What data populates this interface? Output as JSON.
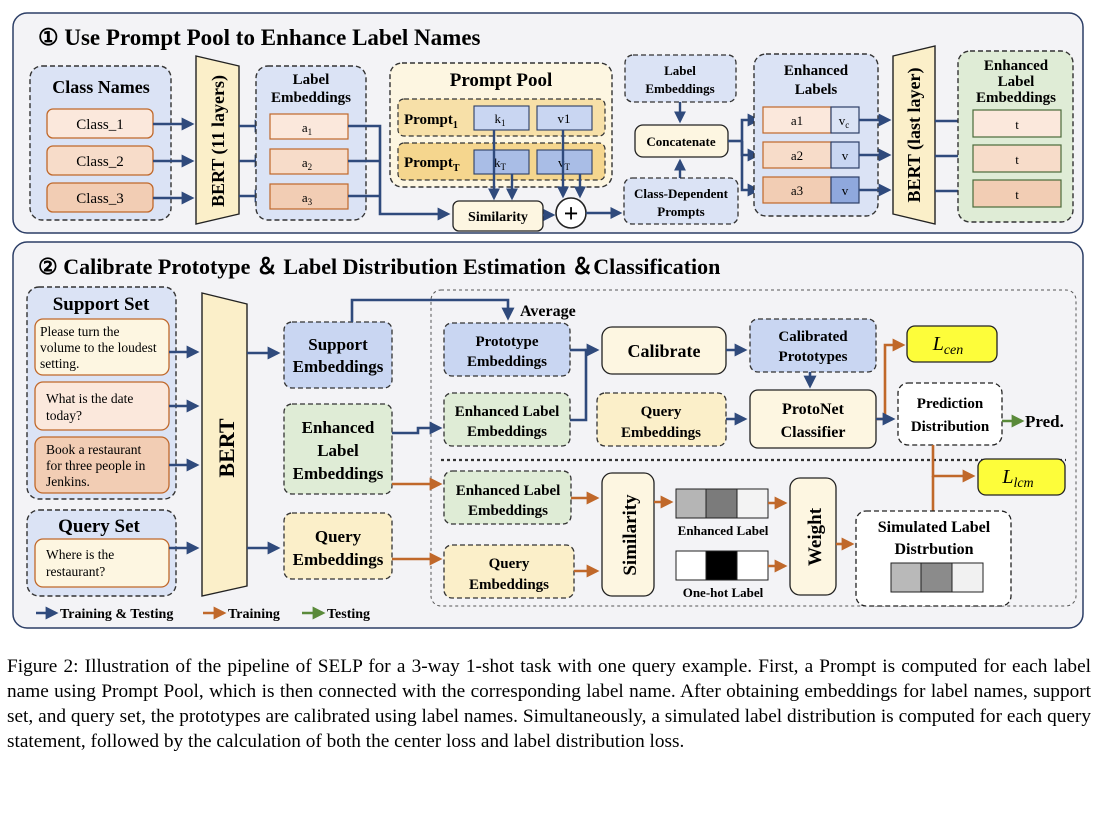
{
  "section1": {
    "title": "① Use Prompt Pool to Enhance Label Names",
    "class_names_title": "Class Names",
    "classes": [
      "Class_1",
      "Class_2",
      "Class_3"
    ],
    "bert_11": "BERT (11 layers)",
    "label_embeddings_title": [
      "Label",
      "Embeddings"
    ],
    "a_items": [
      "a",
      "a",
      "a"
    ],
    "a_subs": [
      "1",
      "2",
      "3"
    ],
    "prompt_pool_title": "Prompt Pool",
    "prompt1": {
      "label": "Prompt",
      "sub": "1",
      "k": "k",
      "k_sub": "1",
      "v": "v1"
    },
    "promptT": {
      "label": "Prompt",
      "sub": "T",
      "k": "k",
      "k_sub": "T",
      "v": "v",
      "v_sub": "T"
    },
    "similarity": "Similarity",
    "plus": "+",
    "label_embeddings_small": [
      "Label",
      "Embeddings"
    ],
    "concatenate": "Concatenate",
    "class_dependent": [
      "Class-Dependent",
      "Prompts"
    ],
    "enhanced_labels_title": [
      "Enhanced",
      "Labels"
    ],
    "enhanced_rows": [
      {
        "a": "a1",
        "v": "v",
        "v_sub": "c"
      },
      {
        "a": "a2",
        "v": "v",
        "v_sub": ""
      },
      {
        "a": "a3",
        "v": "v",
        "v_sub": ""
      }
    ],
    "bert_last": "BERT (last layer)",
    "enhanced_label_emb_title": [
      "Enhanced",
      "Label",
      "Embeddings"
    ],
    "t_items": [
      "t",
      "t",
      "t"
    ]
  },
  "section2": {
    "title": "② Calibrate Prototype ＆ Label Distribution Estimation ＆Classification",
    "support_set_title": "Support Set",
    "support_items": [
      [
        "Please turn the",
        "volume to the loudest",
        "setting."
      ],
      [
        "What is the date",
        "today?"
      ],
      [
        "Book a restaurant",
        "for three people in",
        "Jenkins."
      ]
    ],
    "query_set_title": "Query Set",
    "query_item": [
      "Where is the",
      "restaurant?"
    ],
    "bert": "BERT",
    "support_embeddings": [
      "Support",
      "Embeddings"
    ],
    "enhanced_label_embeddings_left": [
      "Enhanced",
      "Label",
      "Embeddings"
    ],
    "query_embeddings_left": [
      "Query",
      "Embeddings"
    ],
    "average": "Average",
    "prototype_embeddings": [
      "Prototype",
      "Embeddings"
    ],
    "enhanced_label_embeddings_mid": [
      "Enhanced Label",
      "Embeddings"
    ],
    "calibrate": "Calibrate",
    "query_embeddings_mid": [
      "Query",
      "Embeddings"
    ],
    "calibrated_prototypes": [
      "Calibrated",
      "Prototypes"
    ],
    "protonet": [
      "ProtoNet",
      "Classifier"
    ],
    "l_cen": {
      "main": "L",
      "sub": "cen"
    },
    "prediction_distribution": [
      "Prediction",
      "Distribution"
    ],
    "pred": "Pred.",
    "l_lcm": {
      "main": "L",
      "sub": "lcm"
    },
    "enhanced_label_embeddings_low": [
      "Enhanced Label",
      "Embeddings"
    ],
    "query_embeddings_low": [
      "Query",
      "Embeddings"
    ],
    "similarity_vertical": "Similarity",
    "enhanced_label_caption": "Enhanced Label",
    "onehot_label_caption": "One-hot Label",
    "weight_vertical": "Weight",
    "simulated_label_distribution": [
      "Simulated Label",
      "Distrbution"
    ],
    "legend": [
      {
        "label": "Training & Testing",
        "color": "#2f4a7c"
      },
      {
        "label": "Training",
        "color": "#c0682a"
      },
      {
        "label": "Testing",
        "color": "#5a8a3a"
      }
    ]
  },
  "colors": {
    "navy_arrow": "#2f4a7c",
    "orange_arrow": "#c0682a",
    "green_arrow": "#5a8a3a",
    "blue_fill": "#c9d6f2",
    "green_fill": "#dfecd6",
    "yellow_fill": "#fbefc9",
    "peach_fill": "#f7dcc9",
    "cream_fill": "#fdf6e1",
    "loss_fill": "#fdfd3a"
  },
  "caption": "Figure 2: Illustration of the pipeline of SELP for a 3-way 1-shot task with one query example. First, a Prompt is computed for each label name using Prompt Pool, which is then connected with the corresponding label name. After obtaining embeddings for label names, support set, and query set, the prototypes are calibrated using label names. Simultaneously, a simulated label distribution is computed for each query statement, followed by the calculation of both the center loss and label distribution loss."
}
